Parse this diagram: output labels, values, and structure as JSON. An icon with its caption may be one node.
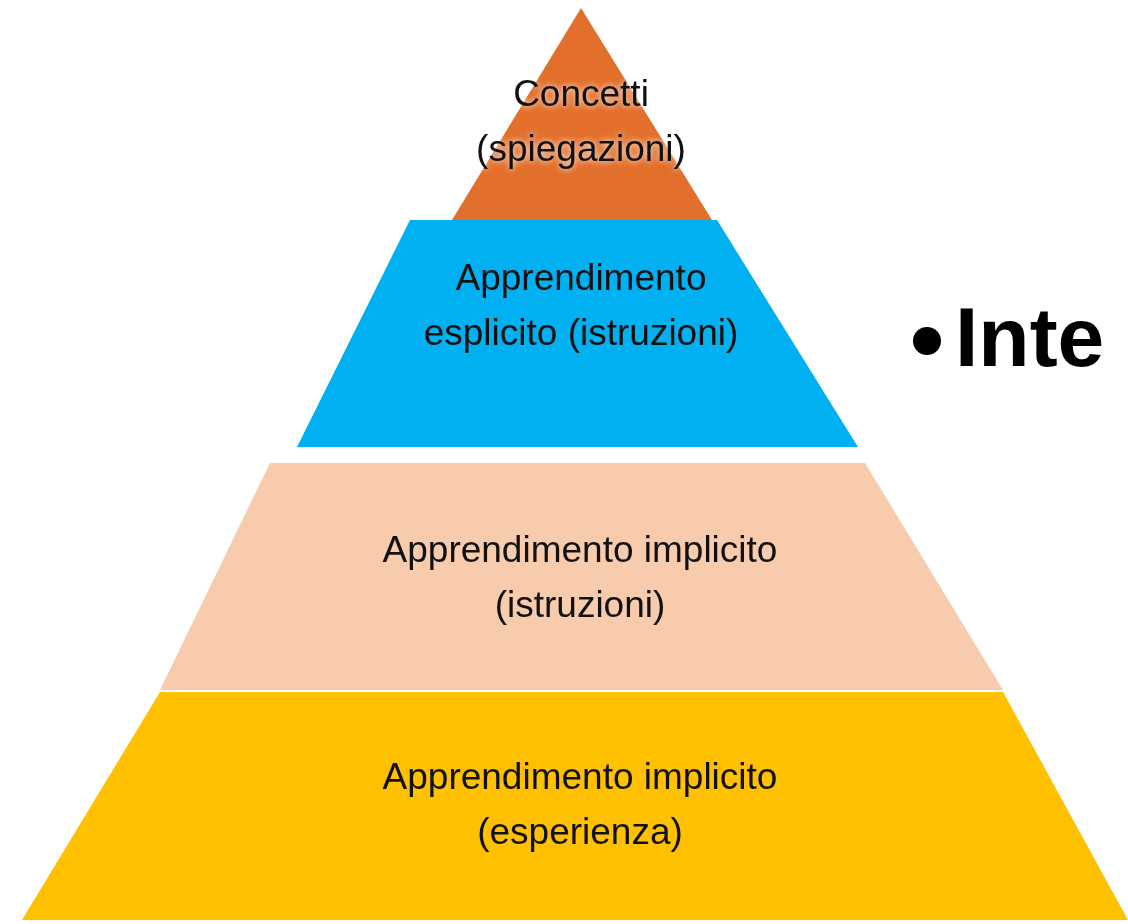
{
  "diagram": {
    "nodes": [
      {
        "text": [
          "Concetti (spiegazioni)"
        ]
      },
      {
        "text": [
          "Apprendimento esplicito (istruzioni)"
        ]
      },
      {
        "text": [
          "Apprendimento implicito (istruzioni)"
        ]
      },
      {
        "text": [
          "Apprendimento implicito (esperienza)"
        ]
      }
    ],
    "labels": [
      "Inte"
    ]
  }
}
